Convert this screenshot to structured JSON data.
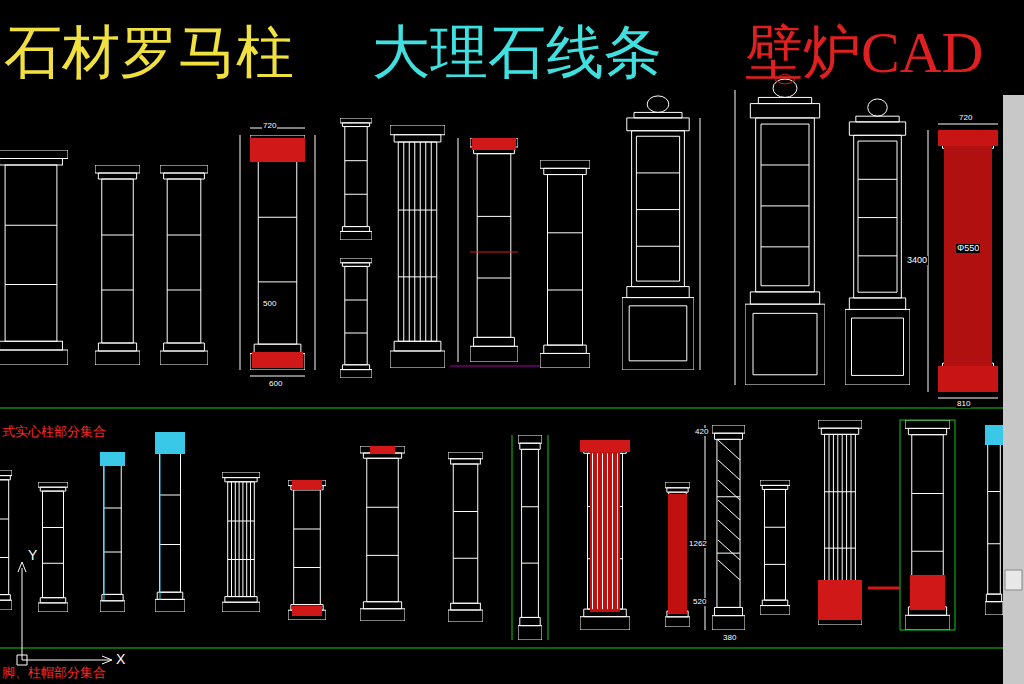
{
  "diagram": {
    "labels": [
      "石材罗马柱",
      "大理石线条",
      "壁炉CAD",
      "720",
      "500",
      "600",
      "720",
      "Φ550",
      "3400",
      "810",
      "式实心柱部分集合",
      "420",
      "1262",
      "520",
      "380",
      "Y",
      "X",
      "脚、柱帽部分集合"
    ]
  }
}
